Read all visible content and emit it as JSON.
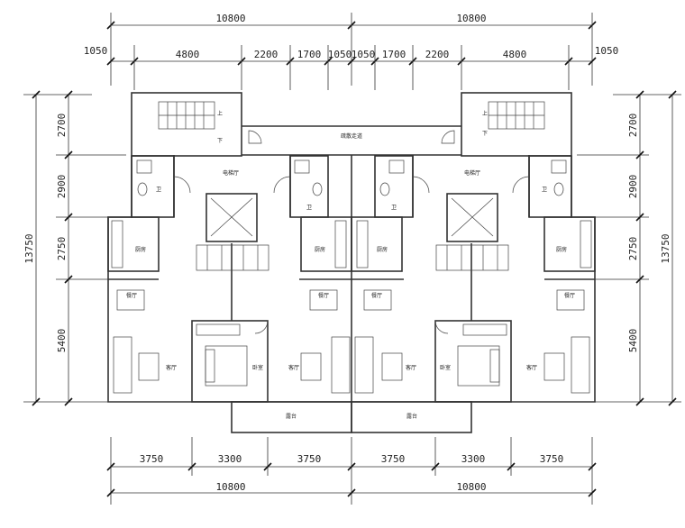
{
  "dimensions": {
    "top_totals": [
      "10800",
      "10800"
    ],
    "top_segments": [
      "4800",
      "2200",
      "1700",
      "1050",
      "1050",
      "1700",
      "2200",
      "4800"
    ],
    "top_outer_left": "1050",
    "top_outer_right": "1050",
    "left_segments": [
      "2700",
      "2900",
      "2750",
      "5400"
    ],
    "left_total": "13750",
    "right_segments": [
      "2700",
      "2900",
      "2750",
      "5400"
    ],
    "right_total": "13750",
    "bottom_segments": [
      "3750",
      "3300",
      "3750",
      "3750",
      "3300",
      "3750"
    ],
    "bottom_totals": [
      "10800",
      "10800"
    ]
  },
  "rooms": {
    "corridor": "疏散走道",
    "elevator_hall_left": "电梯厅",
    "elevator_hall_right": "电梯厅",
    "wc": [
      "卫",
      "卫",
      "卫",
      "卫"
    ],
    "kitchens": [
      "厨房",
      "厨房",
      "厨房",
      "厨房"
    ],
    "dining": [
      "餐厅",
      "餐厅",
      "餐厅",
      "餐厅"
    ],
    "living": [
      "客厅",
      "客厅",
      "客厅",
      "客厅"
    ],
    "bedrooms": [
      "卧室",
      "卧室"
    ],
    "balconies": [
      "露台",
      "露台"
    ],
    "stair_up": [
      "上",
      "上"
    ],
    "stair_down": [
      "下",
      "下"
    ]
  },
  "colors": {
    "line": "#333333",
    "background": "#ffffff"
  }
}
